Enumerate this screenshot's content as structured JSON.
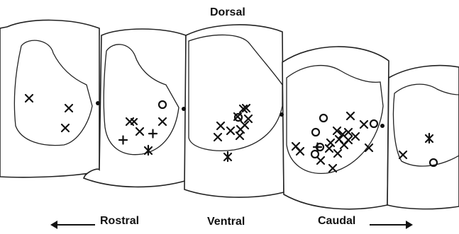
{
  "labels": {
    "dorsal": "Dorsal",
    "rostral": "Rostral",
    "ventral": "Ventral",
    "caudal": "Caudal"
  },
  "legend_symbols": [
    "x",
    "+",
    "o",
    "*"
  ],
  "colors": {
    "ink": "#111111",
    "background": "#ffffff"
  }
}
